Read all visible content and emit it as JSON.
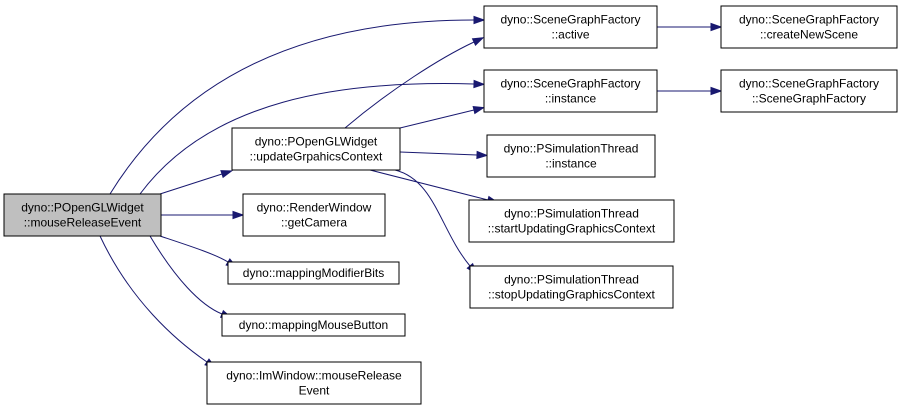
{
  "graph": {
    "nodes": {
      "root": {
        "lines": [
          "dyno::POpenGLWidget",
          "::mouseReleaseEvent"
        ],
        "root": true
      },
      "update": {
        "lines": [
          "dyno::POpenGLWidget",
          "::updateGrpahicsContext"
        ]
      },
      "getcam": {
        "lines": [
          "dyno::RenderWindow",
          "::getCamera"
        ]
      },
      "modbits": {
        "lines": [
          "dyno::mappingModifierBits"
        ]
      },
      "mbutton": {
        "lines": [
          "dyno::mappingMouseButton"
        ]
      },
      "imwin": {
        "lines": [
          "dyno::ImWindow::mouseRelease",
          "Event"
        ]
      },
      "active": {
        "lines": [
          "dyno::SceneGraphFactory",
          "::active"
        ]
      },
      "sgfinst": {
        "lines": [
          "dyno::SceneGraphFactory",
          "::instance"
        ]
      },
      "psinst": {
        "lines": [
          "dyno::PSimulationThread",
          "::instance"
        ]
      },
      "start": {
        "lines": [
          "dyno::PSimulationThread",
          "::startUpdatingGraphicsContext"
        ]
      },
      "stop": {
        "lines": [
          "dyno::PSimulationThread",
          "::stopUpdatingGraphicsContext"
        ]
      },
      "newscene": {
        "lines": [
          "dyno::SceneGraphFactory",
          "::createNewScene"
        ]
      },
      "ctor": {
        "lines": [
          "dyno::SceneGraphFactory",
          "::SceneGraphFactory"
        ]
      }
    },
    "edges": [
      [
        "root",
        "update"
      ],
      [
        "root",
        "getcam"
      ],
      [
        "root",
        "modbits"
      ],
      [
        "root",
        "mbutton"
      ],
      [
        "root",
        "imwin"
      ],
      [
        "root",
        "active"
      ],
      [
        "root",
        "sgfinst"
      ],
      [
        "update",
        "active"
      ],
      [
        "update",
        "sgfinst"
      ],
      [
        "update",
        "psinst"
      ],
      [
        "update",
        "start"
      ],
      [
        "update",
        "stop"
      ],
      [
        "active",
        "newscene"
      ],
      [
        "sgfinst",
        "ctor"
      ]
    ]
  },
  "colors": {
    "edge": "#191970",
    "root_fill": "#bfbfbf",
    "node_fill": "#ffffff",
    "border": "#000000"
  }
}
